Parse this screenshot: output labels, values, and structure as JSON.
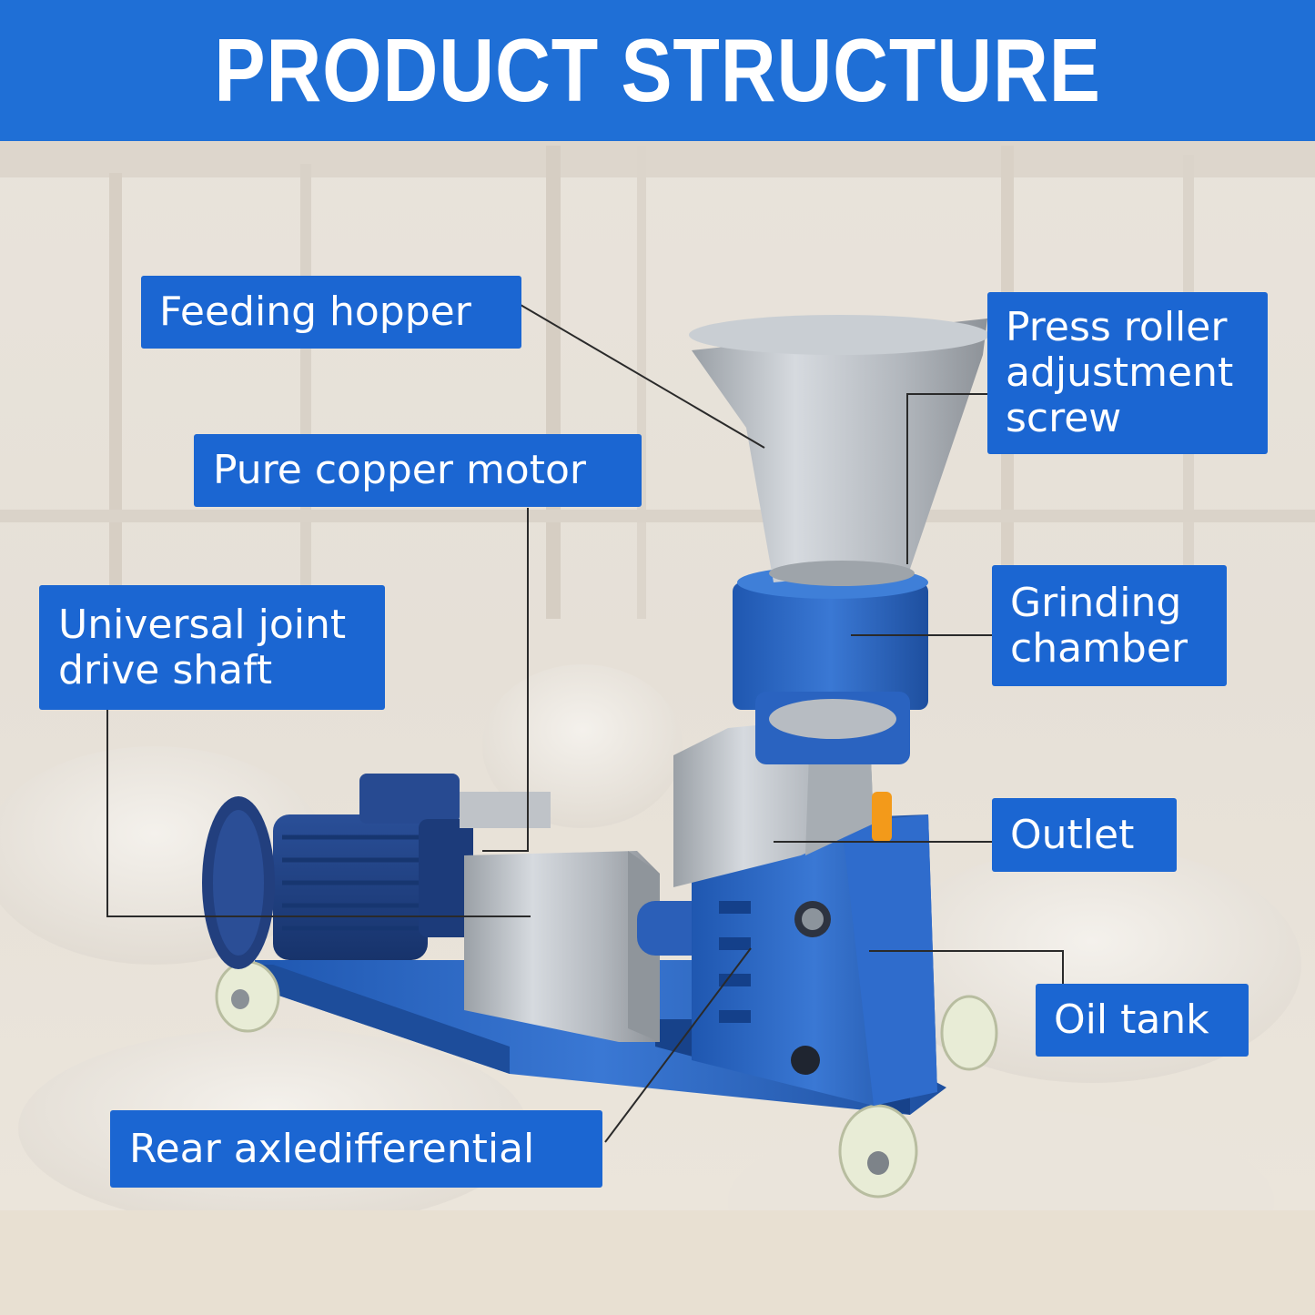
{
  "header": {
    "title": "PRODUCT STRUCTURE"
  },
  "colors": {
    "header_bg": "#1f6fd6",
    "label_bg": "#1b66d2",
    "label_text": "#ffffff",
    "machine_blue": "#2b67c4"
  },
  "labels": {
    "feeding_hopper": "Feeding hopper",
    "pure_copper_motor": "Pure copper motor",
    "universal_joint": [
      "Universal joint",
      "drive shaft"
    ],
    "rear_axle": "Rear axledifferential",
    "press_roller": [
      "Press roller",
      "adjustment",
      "screw"
    ],
    "grinding_chamber": [
      "Grinding",
      "chamber"
    ],
    "outlet": "Outlet",
    "oil_tank": "Oil tank"
  },
  "image": {
    "subject": "feed-pellet-machine",
    "background": "sheep-barn"
  }
}
